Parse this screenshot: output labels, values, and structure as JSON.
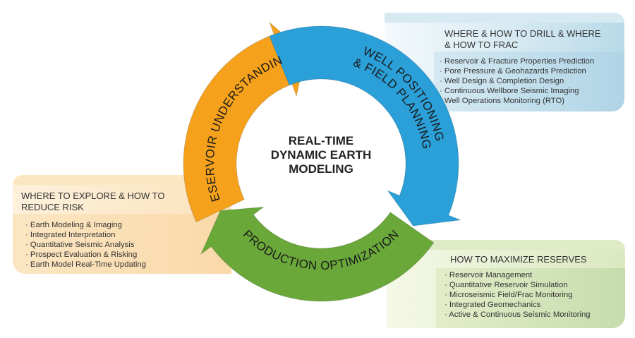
{
  "center_title": [
    "REAL-TIME",
    "DYNAMIC EARTH",
    "MODELING"
  ],
  "arrows": {
    "blue": {
      "label1": "WELL POSITIONING",
      "label2": "& FIELD PLANNING",
      "color": "#2a9fd8"
    },
    "green": {
      "label": "PRODUCTION OPTIMIZATION",
      "color": "#6aa83a"
    },
    "orange": {
      "label": "RESERVOIR UNDERSTANDING",
      "color": "#f5a11c"
    }
  },
  "panels": {
    "drill": {
      "title1": "WHERE & HOW TO DRILL & WHERE",
      "title2": "& HOW TO FRAC",
      "items": [
        "Reservoir & Fracture Properties Prediction",
        "Pore Pressure & Geohazards Prediction",
        "Well Design & Completion Design",
        "Continuous Wellbore Seismic Imaging",
        "Well Operations Monitoring (RTO)"
      ]
    },
    "explore": {
      "title1": "WHERE TO EXPLORE & HOW TO",
      "title2": "REDUCE RISK",
      "items": [
        "Earth Modeling & Imaging",
        "Integrated Interpretation",
        "Quantitative Seismic Analysis",
        "Prospect Evaluation & Risking",
        "Earth Model Real-Time Updating"
      ]
    },
    "reserves": {
      "title1": "HOW TO MAXIMIZE RESERVES",
      "items": [
        "Reservoir Management",
        "Quantitative Reservoir Simulation",
        "Microseismic Field/Frac Monitoring",
        "Integrated Geomechanics",
        "Active & Continuous Seismic Monitoring"
      ]
    }
  }
}
